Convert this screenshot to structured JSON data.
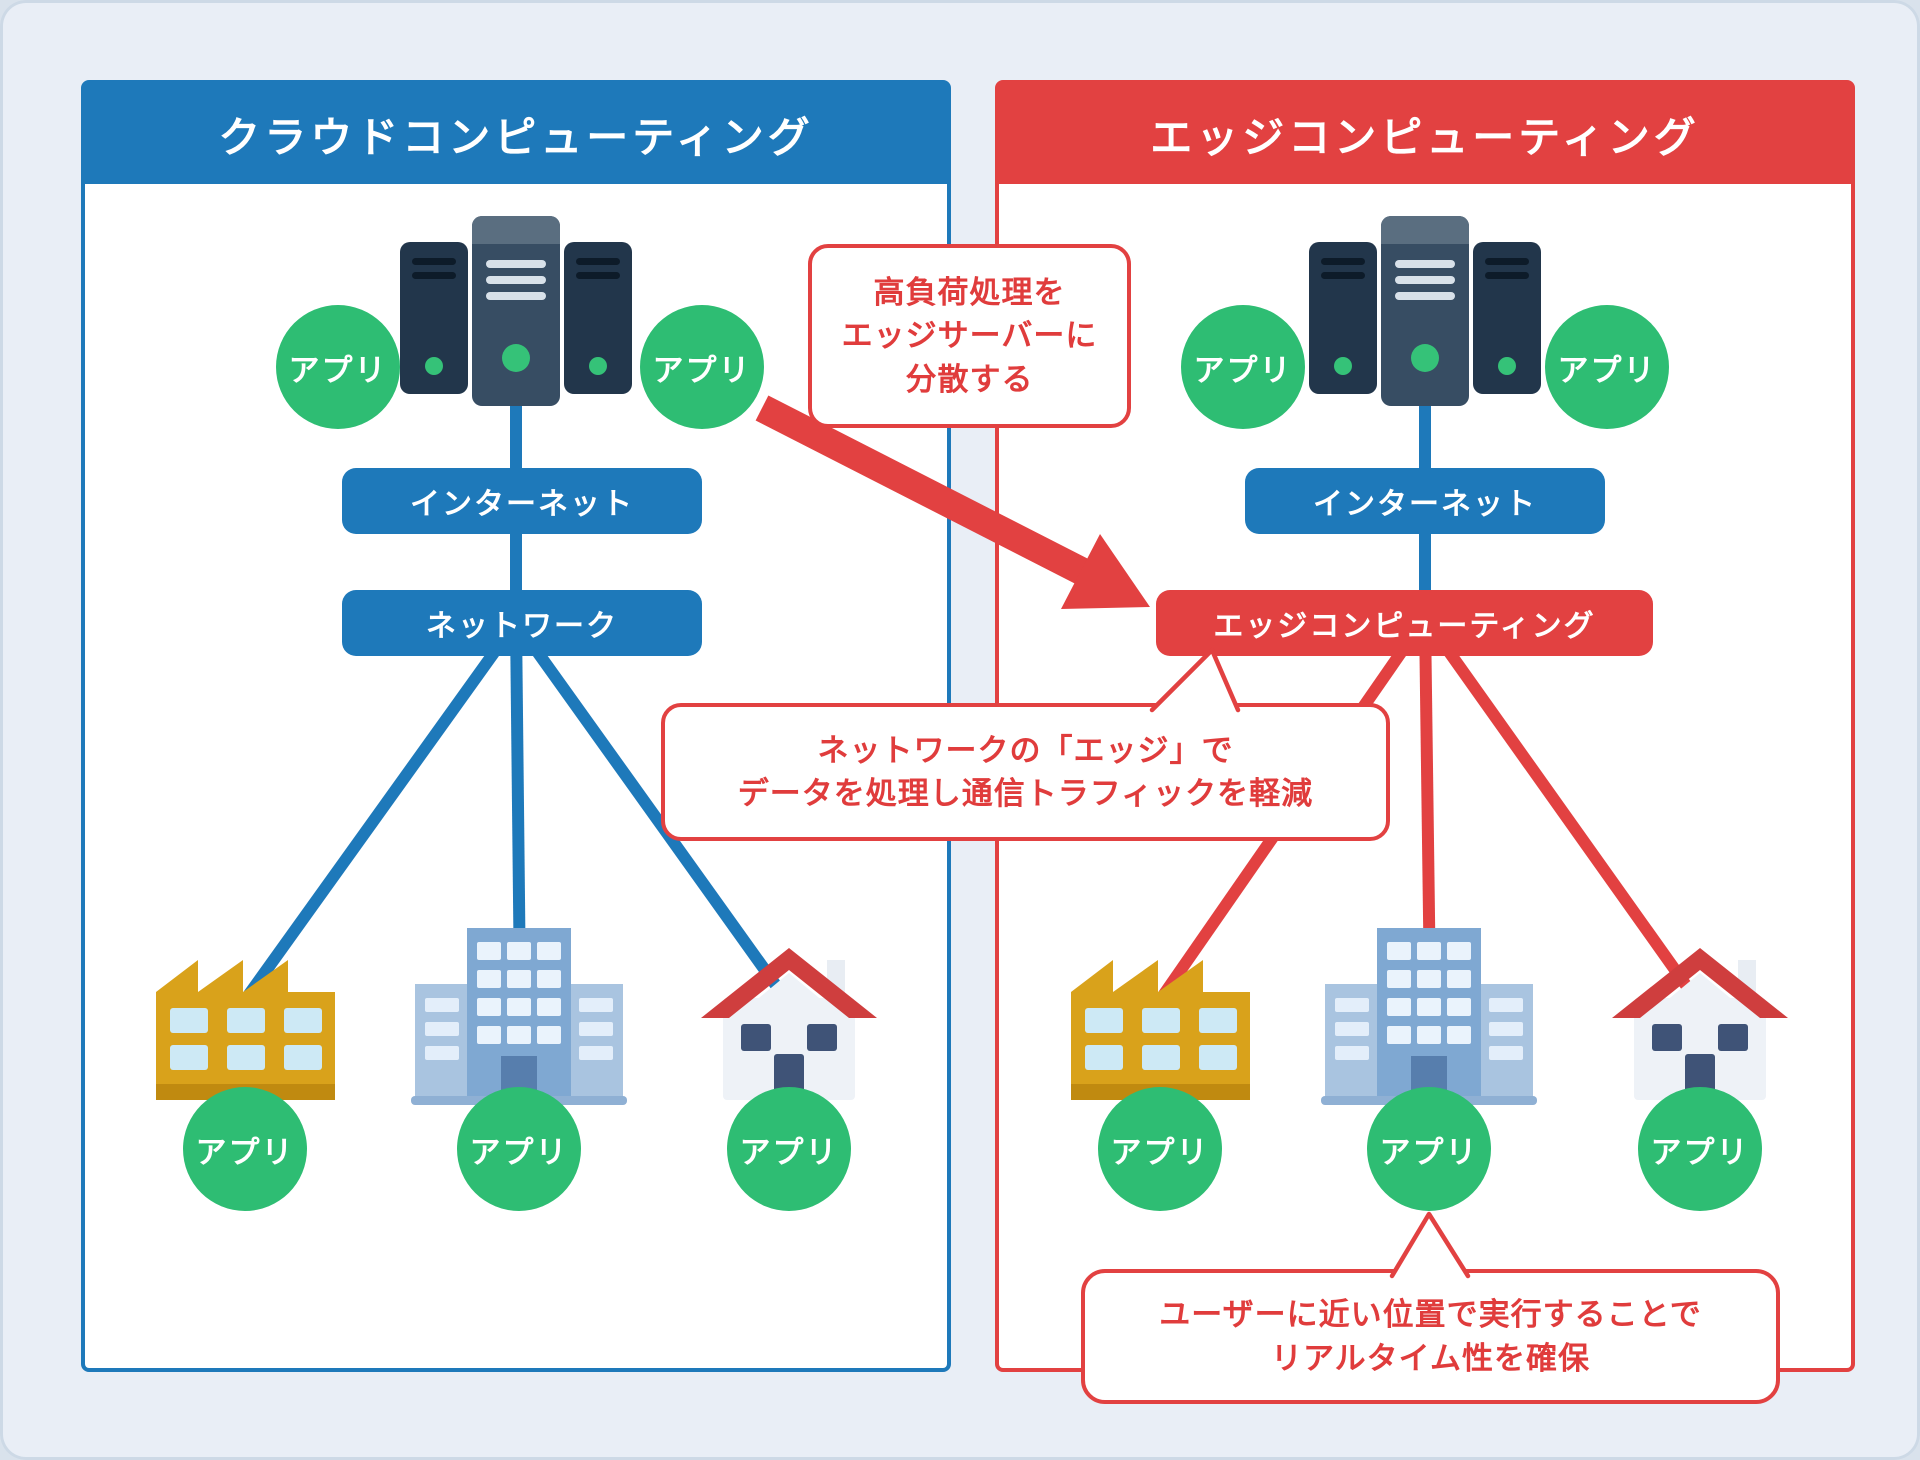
{
  "diagram": {
    "cloud_panel": {
      "title": "クラウドコンピューティング",
      "internet_label": "インターネット",
      "network_label": "ネットワーク"
    },
    "edge_panel": {
      "title": "エッジコンピューティング",
      "internet_label": "インターネット",
      "edge_label": "エッジコンピューティング"
    },
    "app_label": "アプリ",
    "callouts": {
      "distribute_load": {
        "line1": "高負荷処理を",
        "line2": "エッジサーバーに",
        "line3": "分散する"
      },
      "edge_processing": {
        "line1": "ネットワークの「エッジ」で",
        "line2": "データを処理し通信トラフィックを軽減"
      },
      "realtime": {
        "line1": "ユーザーに近い位置で実行することで",
        "line2": "リアルタイム性を確保"
      }
    },
    "colors": {
      "cloud_blue": "#1e79ba",
      "edge_red": "#e24141",
      "app_green": "#2ebd73",
      "background": "#e9eef6"
    },
    "icons": {
      "server": "server-icon",
      "factory": "factory-icon",
      "office": "office-building-icon",
      "house": "house-icon"
    }
  }
}
